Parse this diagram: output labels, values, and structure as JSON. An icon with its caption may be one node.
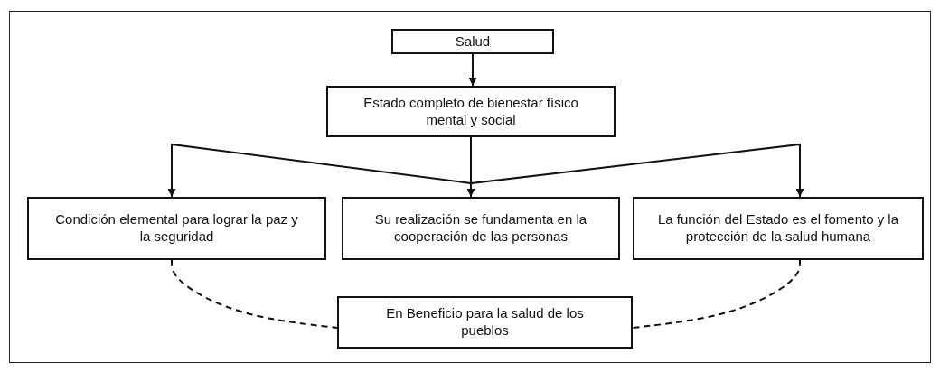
{
  "diagram": {
    "nodes": [
      {
        "text": [
          "Salud"
        ]
      },
      {
        "text": [
          "Estado completo de bienestar físico mental y social"
        ]
      },
      {
        "text": [
          "Condición elemental para lograr la paz y la seguridad"
        ]
      },
      {
        "text": [
          "Su realización se fundamenta en la cooperación de las personas"
        ]
      },
      {
        "text": [
          "La función del Estado es el fomento y la protección de la salud humana"
        ]
      },
      {
        "text": [
          "En Beneficio para la salud de los pueblos"
        ]
      }
    ],
    "edges": [
      {
        "from": 0,
        "to": 1,
        "arrow": "to"
      },
      {
        "from": 1,
        "to": 2,
        "arrow": "to"
      },
      {
        "from": 1,
        "to": 3,
        "arrow": "to"
      },
      {
        "from": 1,
        "to": 4,
        "arrow": "to"
      },
      {
        "from": 2,
        "to": 5,
        "arrow": "none",
        "style": "dashed"
      },
      {
        "from": 4,
        "to": 5,
        "arrow": "none",
        "style": "dashed"
      }
    ]
  }
}
